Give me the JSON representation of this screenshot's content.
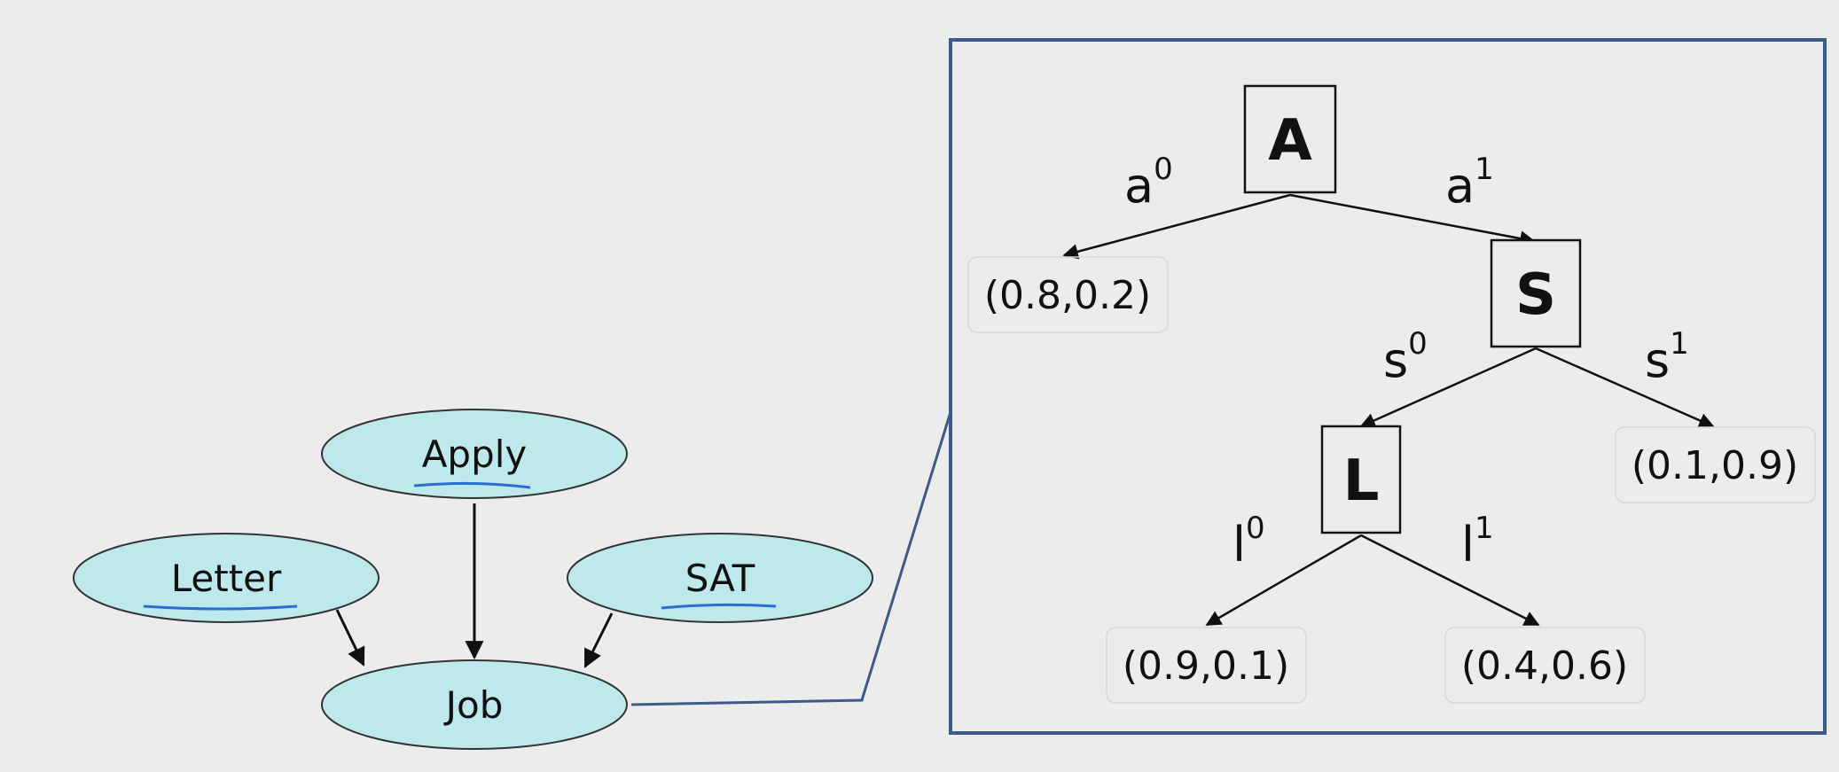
{
  "bayes_net": {
    "nodes": {
      "apply": "Apply",
      "letter": "Letter",
      "sat": "SAT",
      "job": "Job"
    }
  },
  "tree": {
    "nodes": {
      "a": "A",
      "s": "S",
      "l": "L"
    },
    "edges": {
      "a0_base": "a",
      "a0_sup": "0",
      "a1_base": "a",
      "a1_sup": "1",
      "s0_base": "s",
      "s0_sup": "0",
      "s1_base": "s",
      "s1_sup": "1",
      "l0_base": "l",
      "l0_sup": "0",
      "l1_base": "l",
      "l1_sup": "1"
    },
    "leaves": {
      "a0": "(0.8,0.2)",
      "s1": "(0.1,0.9)",
      "l0": "(0.9,0.1)",
      "l1": "(0.4,0.6)"
    }
  },
  "colors": {
    "node_fill": "#bde8ec",
    "underline": "#2a6fd0",
    "frame": "#3d5a8a"
  }
}
